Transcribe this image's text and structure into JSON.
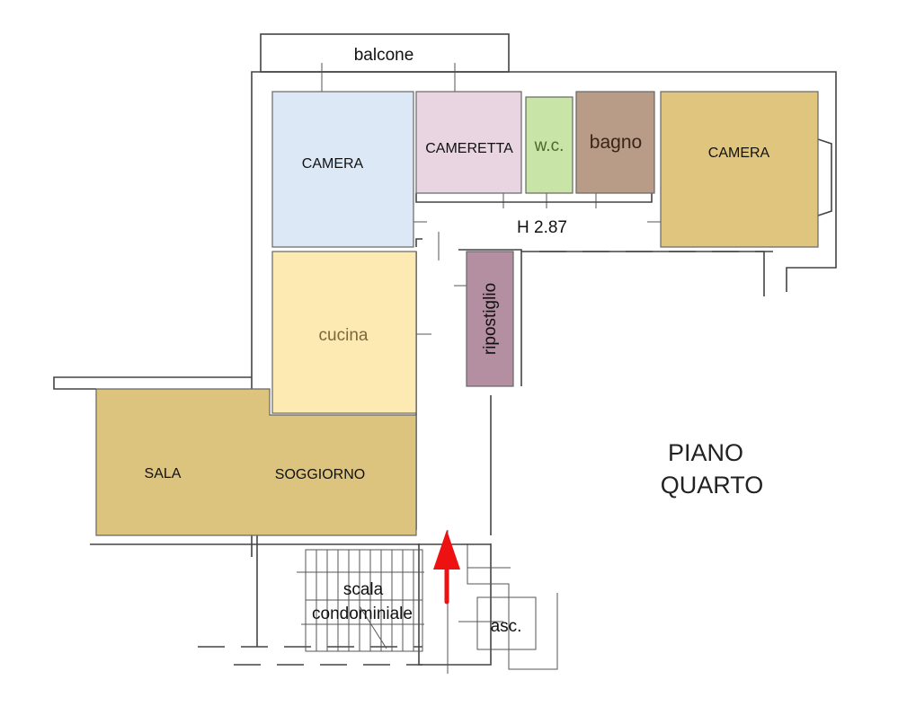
{
  "plan": {
    "floor_title_line1": "PIANO",
    "floor_title_line2": "QUARTO",
    "ceiling_height": "H 2.87",
    "rooms": {
      "balcone": "balcone",
      "camera_left": "CAMERA",
      "cameretta": "CAMERETTA",
      "wc": "w.c.",
      "bagno": "bagno",
      "camera_right": "CAMERA",
      "cucina": "cucina",
      "ripostiglio": "ripostiglio",
      "sala": "SALA",
      "soggiorno": "SOGGIORNO",
      "scala_line1": "scala",
      "scala_line2": "condominiale",
      "ascensore": "asc."
    },
    "colors": {
      "camera_left": "#dce8f5",
      "cameretta": "#e8d5e1",
      "wc": "#c8e4a6",
      "bagno": "#b89c88",
      "camera_right": "#dfc57e",
      "cucina": "#fde9b2",
      "ripostiglio": "#b48fa1",
      "sala": "#dcc47f",
      "entrance_arrow": "#ee1111"
    }
  }
}
